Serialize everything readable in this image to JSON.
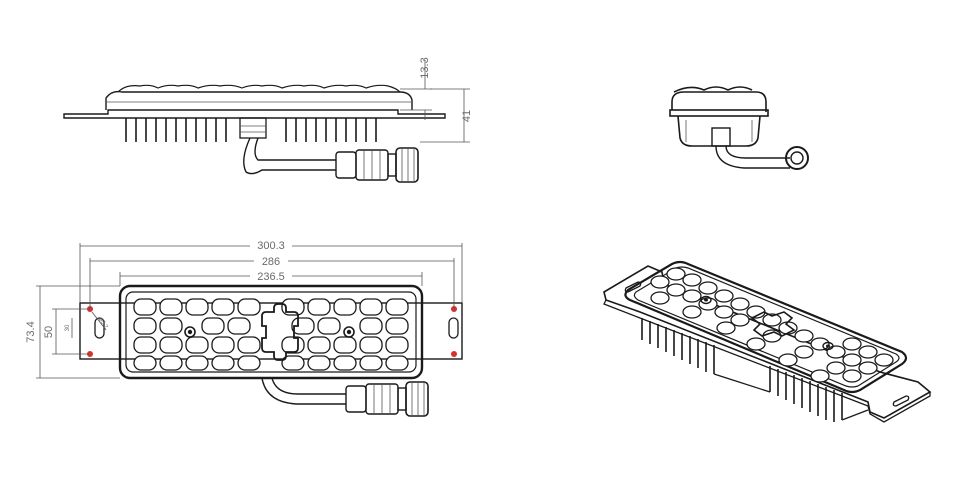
{
  "dimensions": {
    "height_lens": "13.3",
    "height_total": "41",
    "overall_length": "300.3",
    "hole_spacing": "286",
    "body_length": "236.5",
    "overall_width": "73.4",
    "hole_span": "50",
    "slot_length": "30",
    "hole_diameter": "ø5.2"
  },
  "colors": {
    "line": "#1a1a1a",
    "dimension": "#6b6b6b",
    "hole_marker": "#d9302c"
  }
}
